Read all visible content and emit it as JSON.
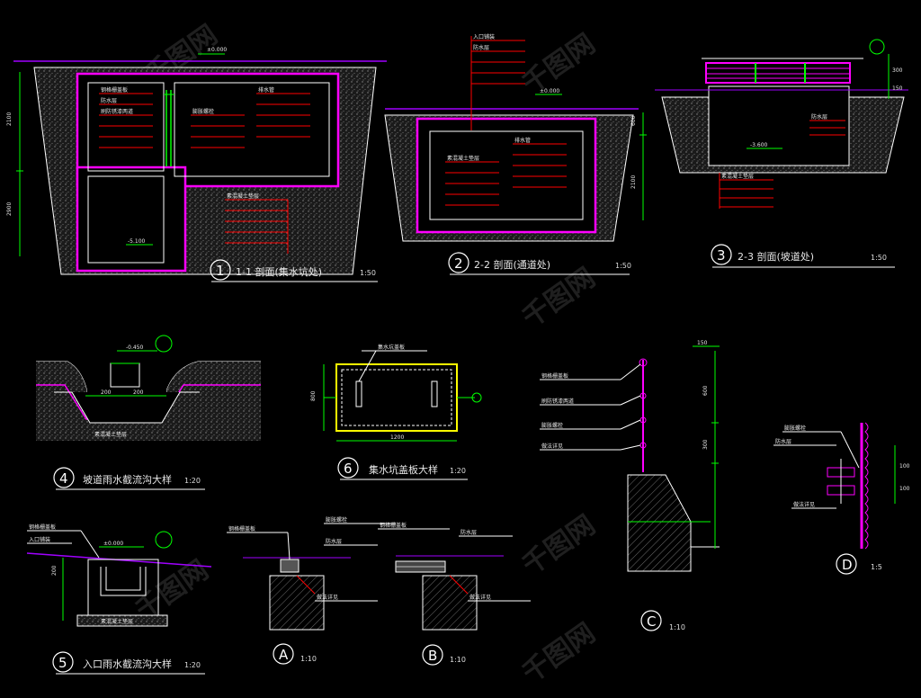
{
  "colors": {
    "background": "#000000",
    "outline": "#ffffff",
    "dimension": "#00ff00",
    "note_leader": "#ff0000",
    "wall": "#ff00ff",
    "level_line": "#a000ff",
    "cover": "#ffff00",
    "hatch": "#777777"
  },
  "details": {
    "d1": {
      "num": "1",
      "title": "1-1 剖面(集水坑处)",
      "scale": "1:50"
    },
    "d2": {
      "num": "2",
      "title": "2-2 剖面(通道处)",
      "scale": "1:50"
    },
    "d3": {
      "num": "3",
      "title": "2-3 剖面(坡道处)",
      "scale": "1:50"
    },
    "d4": {
      "num": "4",
      "title": "坡道雨水截流沟大样",
      "scale": "1:20"
    },
    "d5": {
      "num": "5",
      "title": "入口雨水截流沟大样",
      "scale": "1:20"
    },
    "d6": {
      "num": "6",
      "title": "集水坑盖板大样",
      "scale": "1:20"
    },
    "dA": {
      "num": "A",
      "scale": "1:10"
    },
    "dB": {
      "num": "B",
      "scale": "1:10"
    },
    "dC": {
      "num": "C",
      "scale": "1:10"
    },
    "dD": {
      "num": "D",
      "scale": "1:5"
    }
  },
  "notes": {
    "cover_note": "集水坑盖板",
    "steel_note": "钢格栅盖板",
    "waterproof": "防水层",
    "drain_pipe": "排水管",
    "paint_note": "刷防锈漆两道",
    "expansion_note": "膨胀螺栓",
    "detail_note": "做法详见",
    "cushion_note": "素混凝土垫层",
    "pavement_note": "入口铺装"
  },
  "dims": {
    "level_zero": "±0.000",
    "level_a": "-5.100",
    "level_b": "-3.600",
    "level_c": "-0.450",
    "d_1200": "1200",
    "d_800": "800",
    "d_600": "600",
    "d_300": "300",
    "d_200": "200",
    "d_150": "150",
    "d_100": "100",
    "d_2100": "2100",
    "d_2900": "2900"
  }
}
